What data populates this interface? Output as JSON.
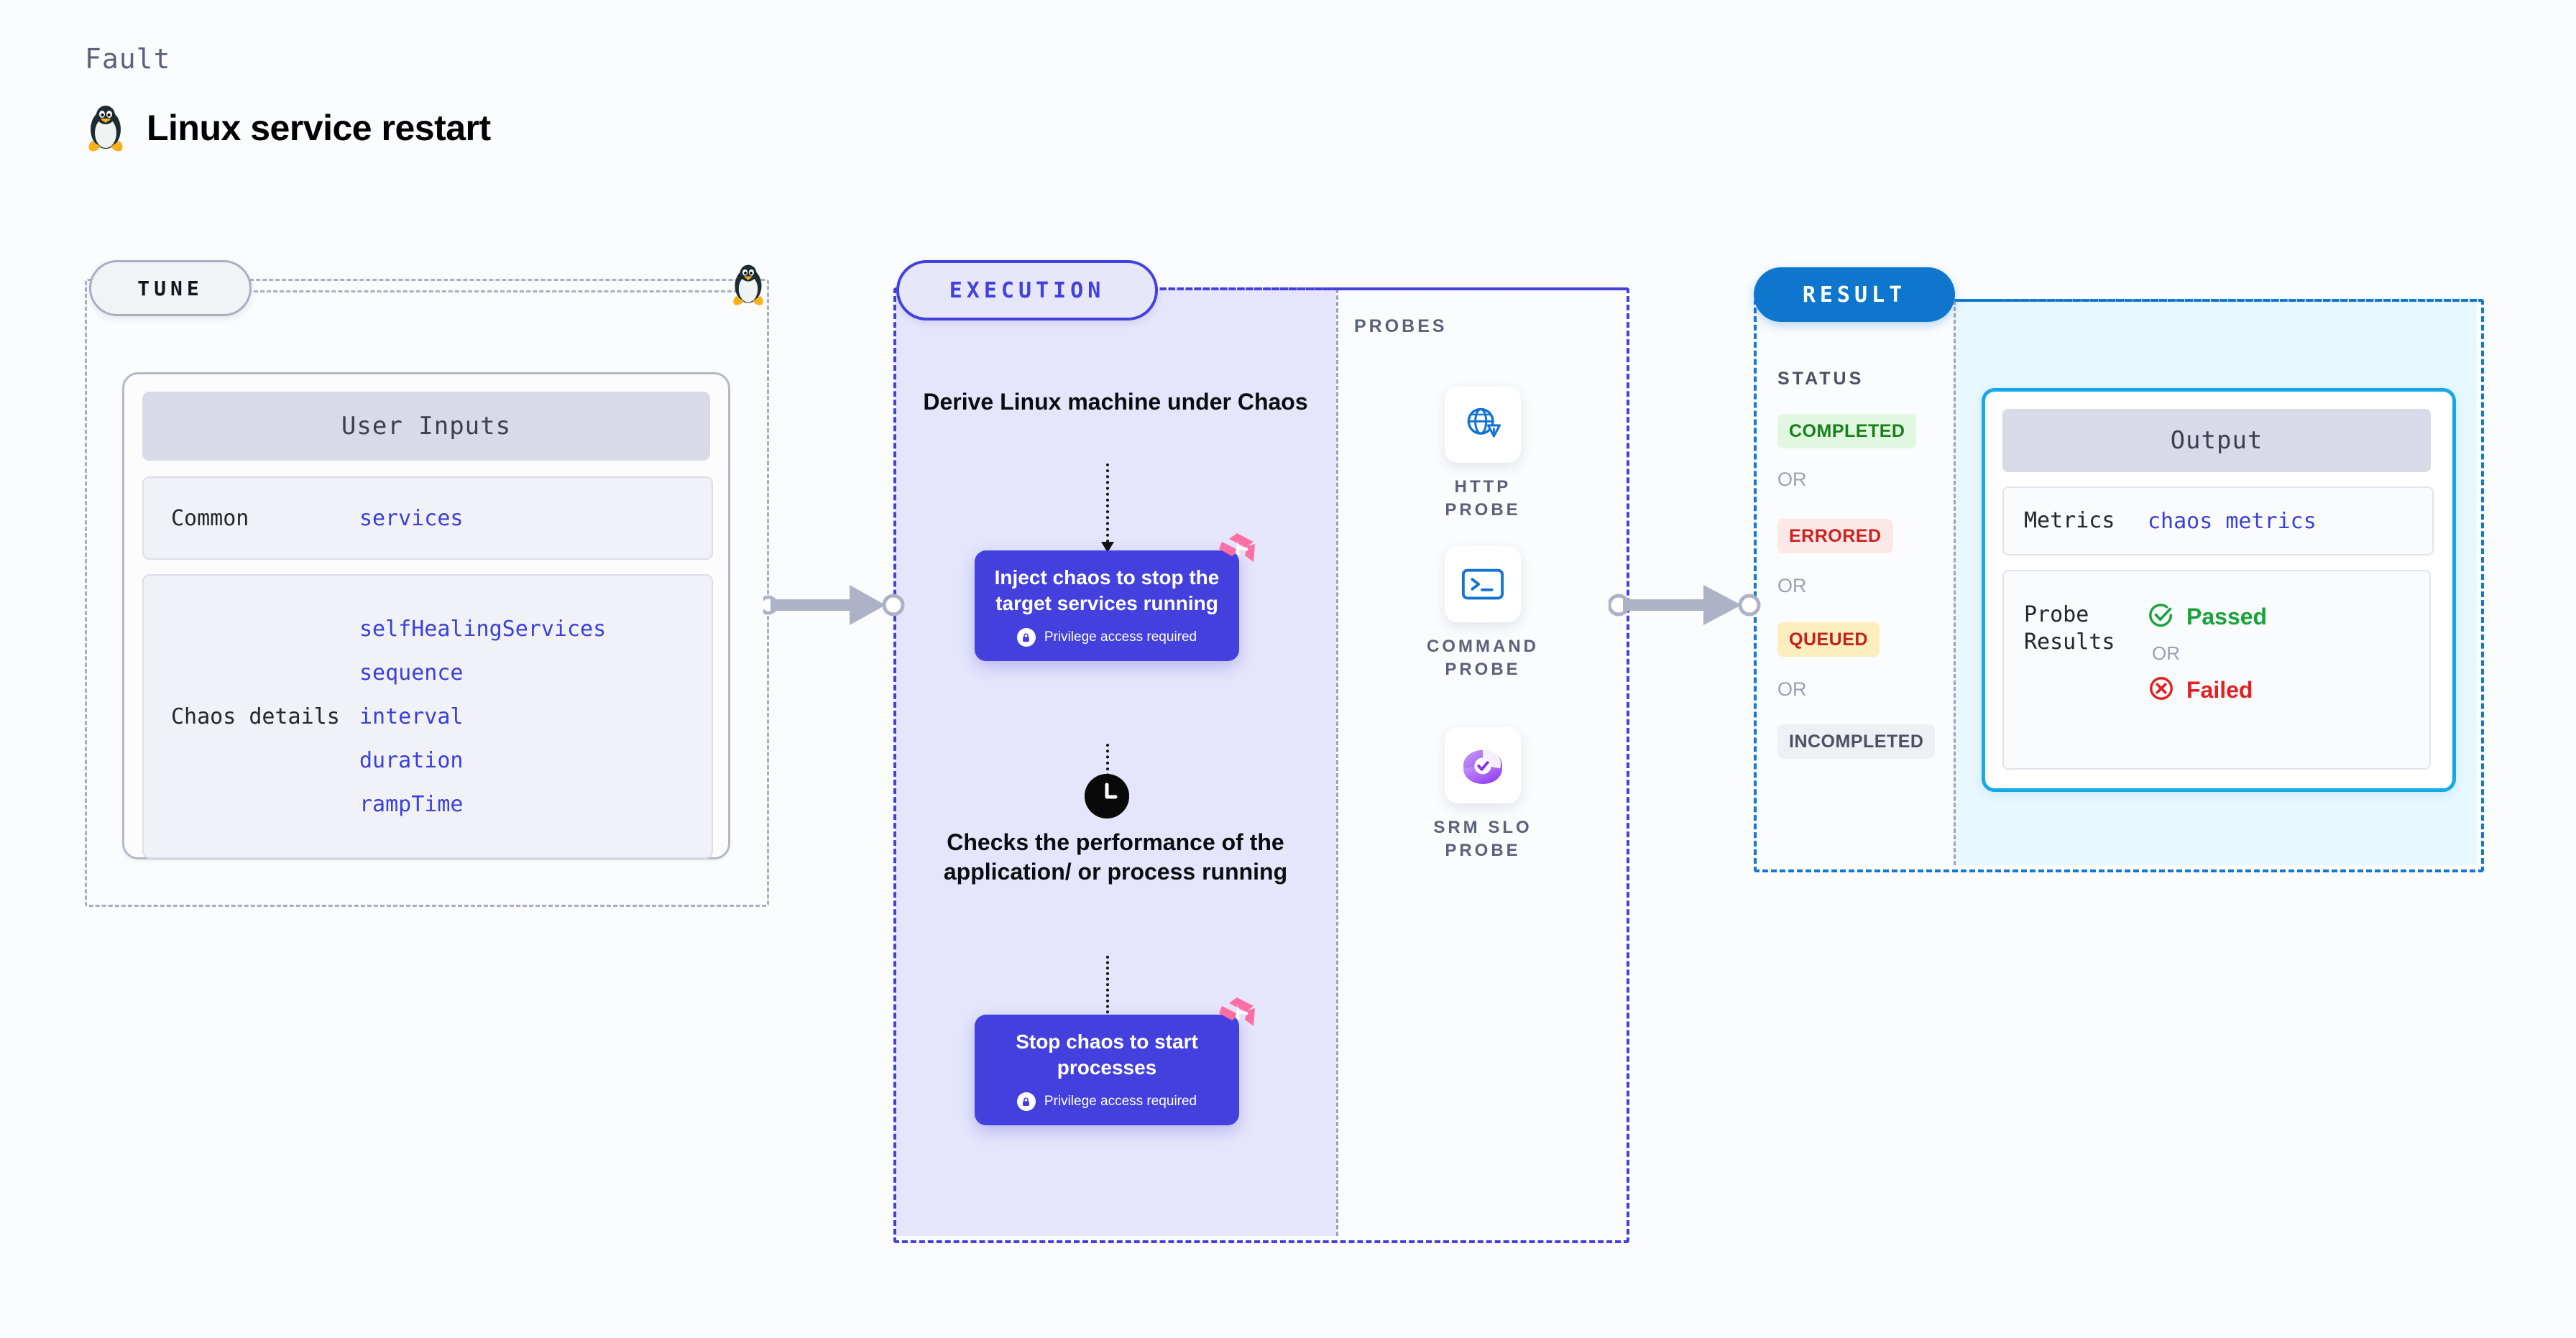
{
  "header": {
    "eyebrow": "Fault",
    "title": "Linux service restart",
    "icon": "linux-penguin-icon"
  },
  "tune": {
    "pill_label": "TUNE",
    "icon": "linux-penguin-icon",
    "card": {
      "header": "User Inputs",
      "rows": [
        {
          "label": "Common",
          "values": [
            "services"
          ]
        },
        {
          "label": "Chaos details",
          "values": [
            "selfHealingServices",
            "sequence",
            "interval",
            "duration",
            "rampTime"
          ]
        }
      ]
    }
  },
  "execution": {
    "pill_label": "EXECUTION",
    "derive_text": "Derive Linux machine under Chaos",
    "checks_text": "Checks the performance of the application/ or process running",
    "clock_icon": "clock-icon",
    "cards": [
      {
        "title": "Inject chaos to stop the target services running",
        "privilege": "Privilege access required",
        "lock_icon": "lock-icon",
        "badge_icon": "chaos-badge-icon"
      },
      {
        "title": "Stop chaos to start processes",
        "privilege": "Privilege access required",
        "lock_icon": "lock-icon",
        "badge_icon": "chaos-badge-icon"
      }
    ]
  },
  "probes": {
    "label": "PROBES",
    "items": [
      {
        "label": "HTTP PROBE",
        "icon": "globe-alert-icon"
      },
      {
        "label": "COMMAND PROBE",
        "icon": "terminal-icon"
      },
      {
        "label": "SRM SLO PROBE",
        "icon": "slo-gauge-check-icon"
      }
    ]
  },
  "result": {
    "pill_label": "RESULT",
    "status_label": "STATUS",
    "or_label": "OR",
    "statuses": [
      {
        "label": "COMPLETED",
        "bg": "#e1f7e1",
        "fg": "#178018"
      },
      {
        "label": "ERRORED",
        "bg": "#fde8e8",
        "fg": "#cf2020"
      },
      {
        "label": "QUEUED",
        "bg": "#fdeebd",
        "fg": "#c22020"
      },
      {
        "label": "INCOMPLETED",
        "bg": "#eff0f5",
        "fg": "#4b5063"
      }
    ],
    "output": {
      "header": "Output",
      "metrics_label": "Metrics",
      "metrics_value": "chaos metrics",
      "probe_results_label": "Probe Results",
      "passed_label": "Passed",
      "failed_label": "Failed",
      "or_label": "OR",
      "passed_icon": "check-circle-icon",
      "failed_icon": "x-circle-icon"
    }
  },
  "colors": {
    "accent_purple": "#4340dd",
    "accent_blue": "#0f76cd",
    "accent_cyan": "#17a8e8",
    "pink_badge": "#fb6fa5",
    "exec_fill": "#e5e5fb",
    "result_fill": "#e7f8fe",
    "link_blue": "#3b3fd8",
    "muted": "#5b6178"
  }
}
